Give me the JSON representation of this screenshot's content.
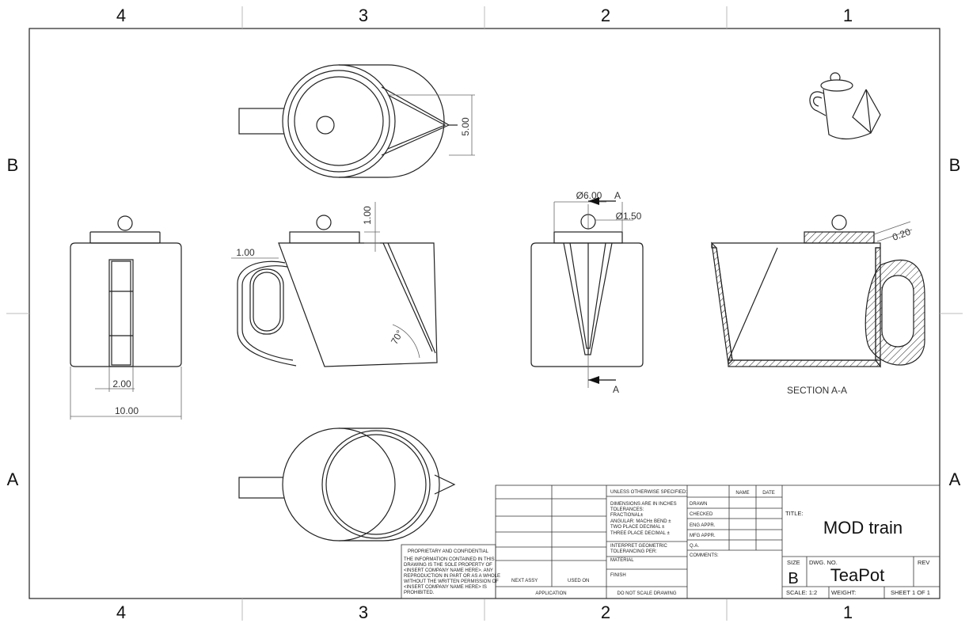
{
  "zones": {
    "columns": [
      "4",
      "3",
      "2",
      "1"
    ],
    "rows": [
      "B",
      "A"
    ]
  },
  "dimensions": {
    "top_height": "5.00",
    "lid_height": "1.00",
    "handle_offset": "1.00",
    "angle": "70°",
    "handle_width": "2.00",
    "overall_width": "10.00",
    "lid_diameter": "Ø6.00",
    "knob_diameter": "Ø1.50",
    "wall_thickness": "0.20"
  },
  "section": {
    "marker": "A",
    "label": "SECTION A-A"
  },
  "title_block": {
    "proprietary_title": "PROPRIETARY AND CONFIDENTIAL",
    "proprietary_lines": [
      "THE INFORMATION CONTAINED IN THIS",
      "DRAWING IS THE SOLE PROPERTY OF",
      "<INSERT COMPANY NAME HERE>.  ANY",
      "REPRODUCTION IN PART OR AS A WHOLE",
      "WITHOUT THE WRITTEN PERMISSION OF",
      "<INSERT COMPANY NAME HERE> IS",
      "PROHIBITED."
    ],
    "next_assy": "NEXT ASSY",
    "used_on": "USED ON",
    "application": "APPLICATION",
    "unless": "UNLESS OTHERWISE SPECIFIED:",
    "spec_lines": [
      "DIMENSIONS ARE IN INCHES",
      "TOLERANCES:",
      "FRACTIONAL±",
      "ANGULAR: MACH±    BEND ±",
      "TWO PLACE DECIMAL    ±",
      "THREE PLACE DECIMAL  ±"
    ],
    "interpret_lines": [
      "INTERPRET GEOMETRIC",
      "TOLERANCING PER:"
    ],
    "material": "MATERIAL",
    "finish": "FINISH",
    "do_not_scale": "DO NOT SCALE DRAWING",
    "name_header": "NAME",
    "date_header": "DATE",
    "roles": [
      "DRAWN",
      "CHECKED",
      "ENG APPR.",
      "MFG APPR.",
      "Q.A."
    ],
    "comments": "COMMENTS:",
    "title_label": "TITLE:",
    "title": "MOD train",
    "size_label": "SIZE",
    "size": "B",
    "dwg_no_label": "DWG.  NO.",
    "dwg_no": "TeaPot",
    "rev_label": "REV",
    "scale": "SCALE: 1:2",
    "weight": "WEIGHT:",
    "sheet": "SHEET 1 OF 1"
  }
}
